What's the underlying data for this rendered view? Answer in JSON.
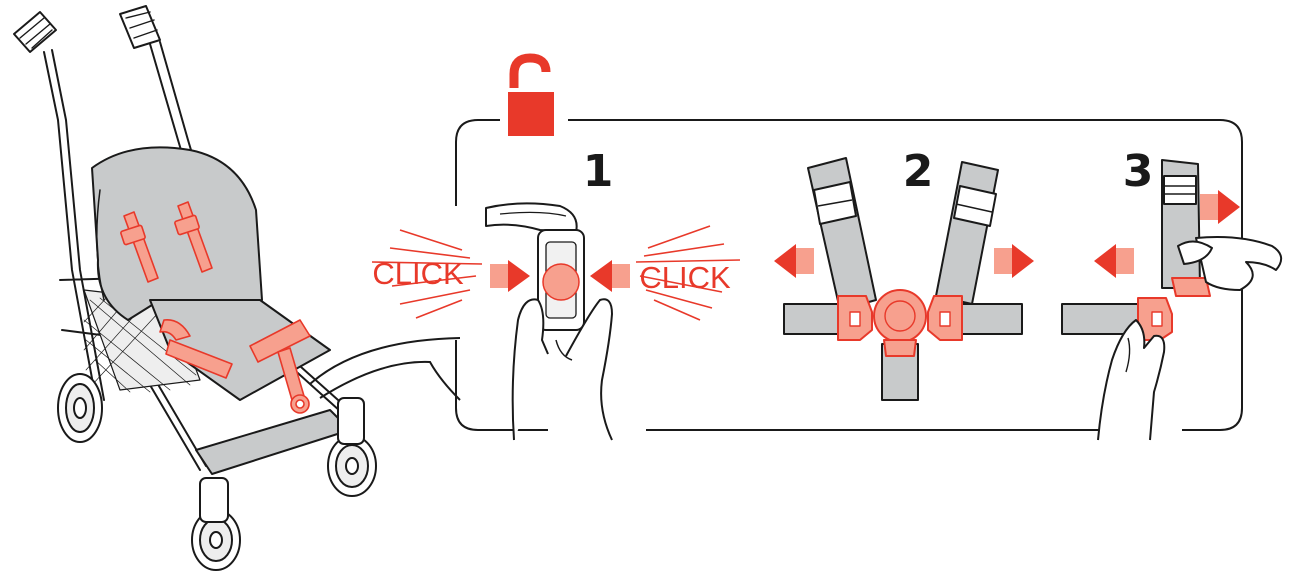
{
  "colors": {
    "accent": "#e8392a",
    "accent_light": "#f7a08e",
    "fabric": "#c8cacb",
    "outline": "#1a1a1a",
    "frame": "#ffffff"
  },
  "icons": {
    "unlock": "unlocked-padlock-icon",
    "arrow": "red-arrow-icon"
  },
  "steps": [
    {
      "number": "1",
      "click_left": "CLICK",
      "click_right": "CLICK"
    },
    {
      "number": "2"
    },
    {
      "number": "3"
    }
  ]
}
